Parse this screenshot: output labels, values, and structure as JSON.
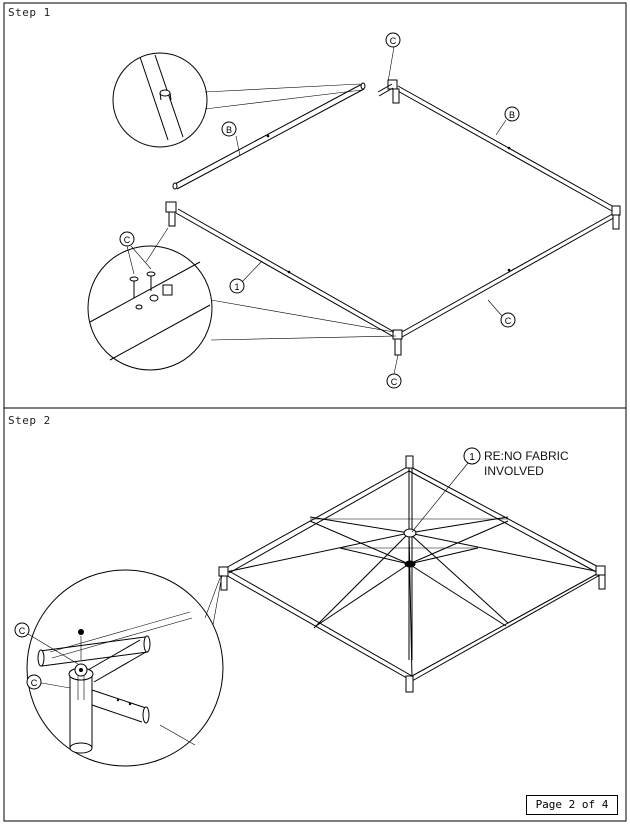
{
  "step1": {
    "label": "Step 1",
    "callouts": [
      "C",
      "C",
      "B",
      "B",
      "C",
      "1",
      "C"
    ]
  },
  "step2": {
    "label": "Step 2",
    "note_line1": "RE:NO FABRIC",
    "note_line2": "INVOLVED",
    "callouts": [
      "1",
      "C",
      "C"
    ]
  },
  "footer": {
    "page": "Page 2 of 4"
  }
}
